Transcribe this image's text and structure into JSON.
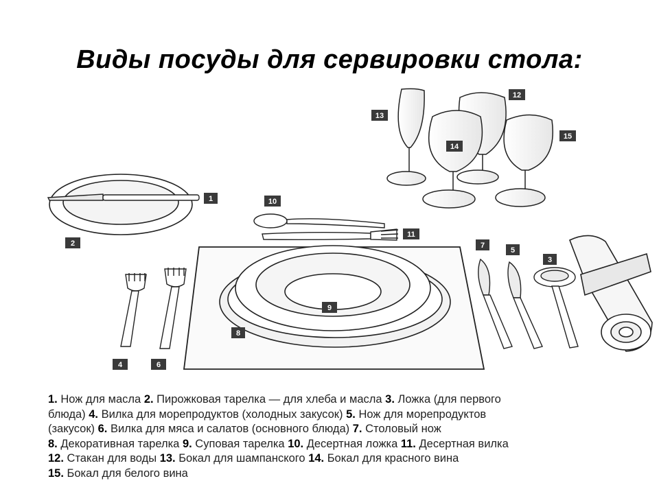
{
  "title": "Виды посуды для сервировки стола:",
  "labels": [
    "1",
    "2",
    "3",
    "4",
    "5",
    "6",
    "7",
    "8",
    "9",
    "10",
    "11",
    "12",
    "13",
    "14",
    "15"
  ],
  "legend": {
    "lines": [
      [
        {
          "n": "1.",
          "t": " Нож для масла "
        },
        {
          "n": "2.",
          "t": " Пирожковая тарелка — для хлеба и масла "
        },
        {
          "n": "3.",
          "t": " Ложка (для первого"
        }
      ],
      [
        {
          "n": "",
          "t": "блюда) "
        },
        {
          "n": "4.",
          "t": " Вилка для морепродуктов (холодных закусок) "
        },
        {
          "n": "5.",
          "t": " Нож для морепродуктов"
        }
      ],
      [
        {
          "n": "",
          "t": "(закусок) "
        },
        {
          "n": "6.",
          "t": " Вилка для мяса и салатов (основного блюда) "
        },
        {
          "n": "7.",
          "t": " Столовый нож"
        }
      ],
      [
        {
          "n": "8.",
          "t": " Декоративная тарелка "
        },
        {
          "n": "9.",
          "t": " Суповая тарелка "
        },
        {
          "n": "10.",
          "t": " Десертная ложка "
        },
        {
          "n": "11.",
          "t": " Десертная вилка"
        }
      ],
      [
        {
          "n": "12.",
          "t": " Стакан для воды "
        },
        {
          "n": "13.",
          "t": " Бокал для шампанского "
        },
        {
          "n": "14.",
          "t": " Бокал для красного вина"
        }
      ],
      [
        {
          "n": "15.",
          "t": " Бокал для белого вина"
        }
      ]
    ]
  }
}
